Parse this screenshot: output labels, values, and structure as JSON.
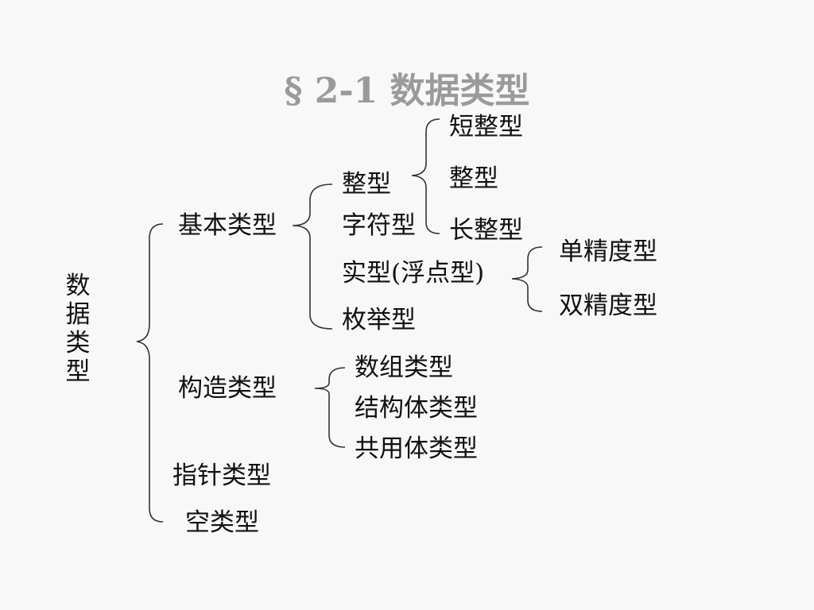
{
  "title": "§ 2-1 数据类型",
  "root": "数据类型",
  "level1": {
    "basic": "基本类型",
    "construct": "构造类型",
    "pointer": "指针类型",
    "void": "空类型"
  },
  "basic_children": {
    "int": "整型",
    "char": "字符型",
    "real": "实型(浮点型)",
    "enum": "枚举型"
  },
  "int_children": {
    "short": "短整型",
    "int": "整型",
    "long": "长整型"
  },
  "real_children": {
    "single": "单精度型",
    "double": "双精度型"
  },
  "construct_children": {
    "array": "数组类型",
    "struct": "结构体类型",
    "union": "共用体类型"
  }
}
